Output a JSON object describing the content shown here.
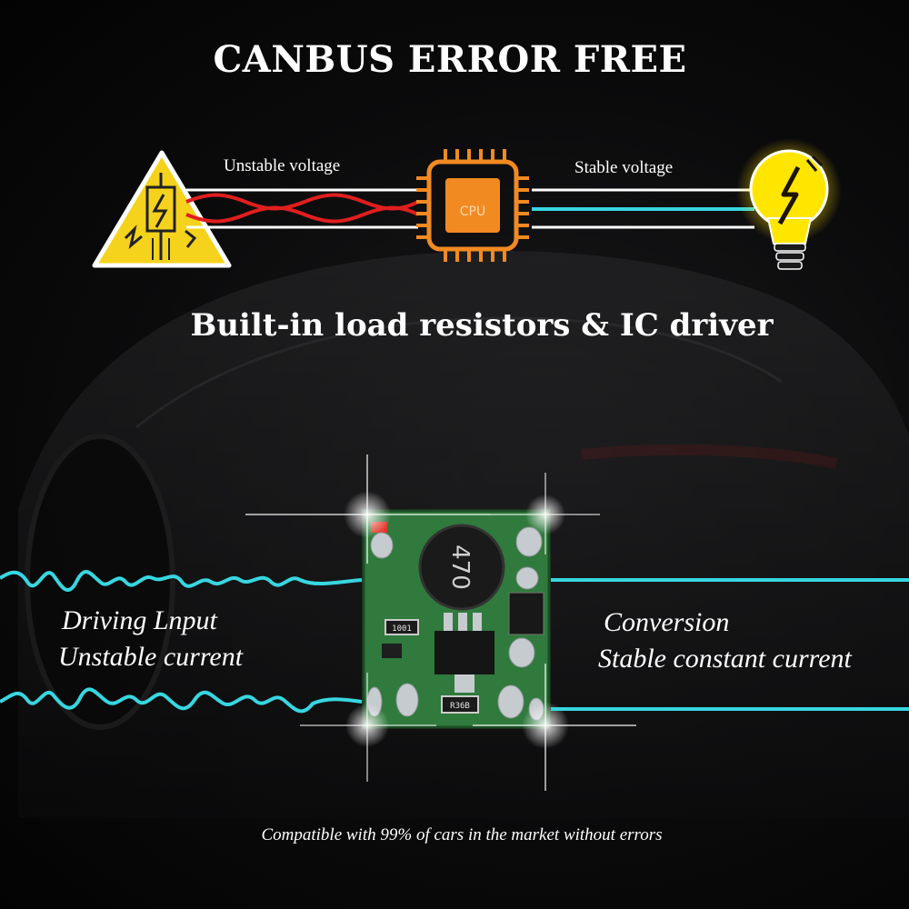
{
  "title": "CANBUS ERROR FREE",
  "diagram": {
    "left_label": "Unstable voltage",
    "right_label": "Stable voltage",
    "chip_label": "CPU"
  },
  "subtitle": "Built-in load resistors & IC driver",
  "board": {
    "inductor_label": "470",
    "resistor_label": "1001",
    "resistor2_label": "R36B"
  },
  "left_text": {
    "line1": "Driving Lnput",
    "line2": "Unstable current"
  },
  "right_text": {
    "line1": "Conversion",
    "line2": "Stable constant current"
  },
  "footer": "Compatible with 99% of cars in the market without errors",
  "colors": {
    "warning_yellow": "#f5d21c",
    "wire_red": "#e01e1e",
    "wire_cyan": "#38d6e0",
    "chip_orange": "#f28a22",
    "bulb_yellow": "#ffe600",
    "board_green": "#2f7a3c"
  }
}
